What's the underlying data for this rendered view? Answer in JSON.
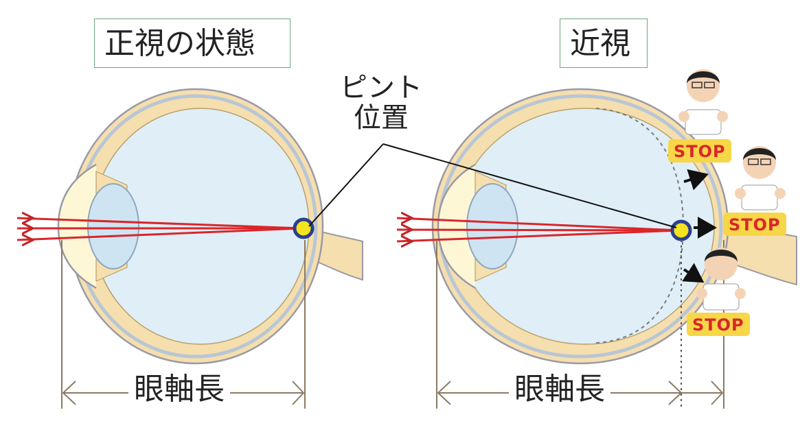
{
  "titles": {
    "normal": "正視の状態",
    "myopia": "近視"
  },
  "callout": {
    "line1": "ピント",
    "line2": "位置"
  },
  "axis_label": "眼軸長",
  "stop_label": "STOP",
  "colors": {
    "title_border": "#6aa87a",
    "ray": "#d9262a",
    "focus_fill": "#f5e31e",
    "focus_ring": "#2b3f8c",
    "axis_arrow": "#8a7a62",
    "stop_bg": "#f7d648",
    "stop_text": "#d9262a",
    "vitreous": "#dfeef7",
    "sclera": "#f6dfae"
  }
}
